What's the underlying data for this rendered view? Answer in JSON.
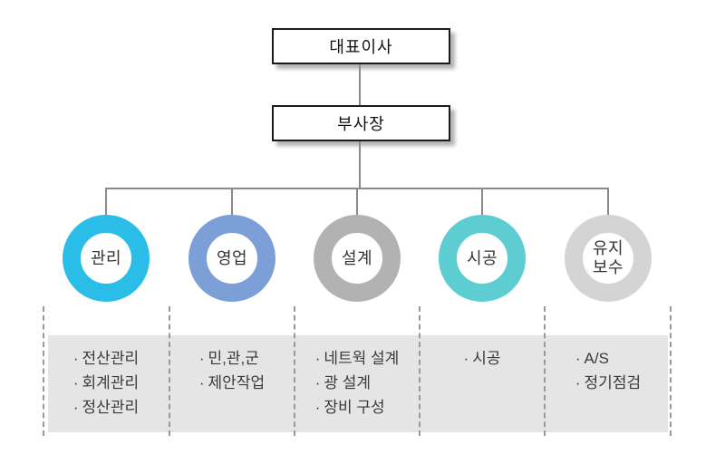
{
  "org": {
    "ceo_label": "대표이사",
    "vp_label": "부사장",
    "bullet": "·",
    "departments": [
      {
        "name": "관리",
        "ring_color": "#29bde8",
        "items": [
          "전산관리",
          "회계관리",
          "정산관리"
        ]
      },
      {
        "name": "영업",
        "ring_color": "#7b9fd6",
        "items": [
          "민,관,군",
          "제안작업"
        ]
      },
      {
        "name": "설계",
        "ring_color": "#b2b2b2",
        "items": [
          "네트웍 설계",
          "광 설계",
          "장비 구성"
        ]
      },
      {
        "name": "시공",
        "ring_color": "#5ecdd2",
        "items": [
          "시공"
        ]
      },
      {
        "name": "유지\n보수",
        "ring_color": "#d4d4d4",
        "items": [
          "A/S",
          "정기점검"
        ]
      }
    ],
    "colors": {
      "connector": "#8a8a8a",
      "box_border": "#1a1a1a",
      "band_bg": "#e5e5e5",
      "dash": "#999999",
      "text": "#333333"
    }
  }
}
